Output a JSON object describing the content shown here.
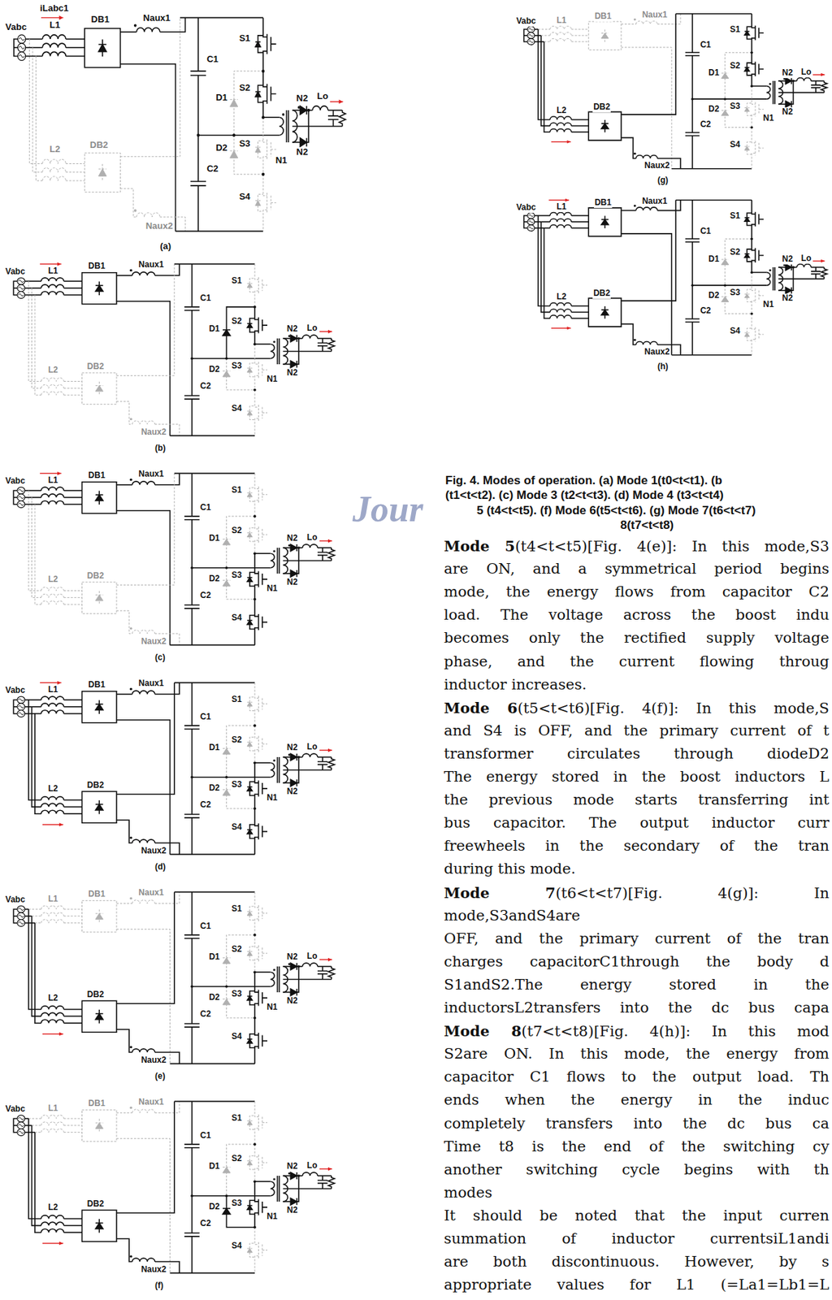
{
  "diagram": {
    "labels": [
      "iLabc1",
      "Vabc",
      "L1",
      "DB1",
      "Naux1",
      "C1",
      "S1",
      "D1",
      "S2",
      "N1",
      "N2",
      "N2",
      "Lo",
      "S3",
      "D2",
      "S4",
      "C2",
      "L2",
      "DB2",
      "Naux2",
      "(a)",
      "Vabc",
      "L1",
      "DB1",
      "Naux1",
      "C1",
      "S1",
      "D1",
      "S2",
      "N1",
      "N2",
      "N2",
      "Lo",
      "S3",
      "D2",
      "S4",
      "C2",
      "L2",
      "DB2",
      "Naux2",
      "(b)",
      "Vabc",
      "L1",
      "DB1",
      "Naux1",
      "C1",
      "S1",
      "D1",
      "S2",
      "N1",
      "N2",
      "N2",
      "Lo",
      "S3",
      "D2",
      "S4",
      "C2",
      "L2",
      "DB2",
      "Naux2",
      "(c)",
      "Vabc",
      "L1",
      "DB1",
      "Naux1",
      "C1",
      "S1",
      "D1",
      "S2",
      "N1",
      "N2",
      "N2",
      "Lo",
      "S3",
      "D2",
      "S4",
      "C2",
      "L2",
      "DB2",
      "Naux2",
      "(d)",
      "Vabc",
      "L1",
      "DB1",
      "Naux1",
      "C1",
      "S1",
      "D1",
      "S2",
      "N1",
      "N2",
      "N2",
      "Lo",
      "S3",
      "D2",
      "S4",
      "C2",
      "L2",
      "DB2",
      "Naux2",
      "(e)",
      "Vabc",
      "L1",
      "DB1",
      "Naux1",
      "C1",
      "S1",
      "D1",
      "S2",
      "N1",
      "N2",
      "N2",
      "Lo",
      "S3",
      "D2",
      "S4",
      "C2",
      "L2",
      "DB2",
      "Naux2",
      "(f)",
      "Vabc",
      "L1",
      "DB1",
      "Naux1",
      "C1",
      "S1",
      "D1",
      "S2",
      "N1",
      "N2",
      "N2",
      "Lo",
      "S3",
      "D2",
      "S4",
      "C2",
      "L2",
      "DB2",
      "Naux2",
      "(g)",
      "Vabc",
      "L1",
      "DB1",
      "Naux1",
      "C1",
      "S1",
      "D1",
      "S2",
      "N1",
      "N2",
      "N2",
      "Lo",
      "S3",
      "D2",
      "S4",
      "C2",
      "L2",
      "DB2",
      "Naux2",
      "(h)",
      "Jour",
      "Fig. 4. Modes of operation. (a) Mode 1(t0<t<t1). (b",
      "(t1<t<t2). (c) Mode 3 (t2<t<t3). (d) Mode 4 (t3<t<t4)",
      "5 (t4<t<t5). (f) Mode 6(t5<t<t6). (g) Mode 7(t6<t<t7)",
      "8(t7<t<t8)",
      "Mode 5",
      "(t4<t<t5)[Fig. 4(e)]: In this mode,S3",
      "are ON, and a symmetrical period begins",
      "mode, the energy flows from capacitor C2",
      "load. The voltage across the boost indu",
      "becomes only the rectified supply voltage",
      "phase, and the current flowing throug",
      "inductor increases.",
      "Mode 6",
      "(t5<t<t6)[Fig. 4(f)]: In this mode,S",
      "and S4 is OFF, and the primary current of t",
      "transformer circulates through diodeD2",
      "The energy stored in the boost inductors L",
      "the previous mode starts transferring int",
      "bus capacitor. The output inductor curr",
      "freewheels in the secondary of the tran",
      "during this mode.",
      "Mode 7",
      "(t6<t<t7)[Fig. 4(g)]: In",
      "mode,S3andS4are",
      "OFF, and the primary current of the tran",
      "charges capacitorC1through the body d",
      "S1andS2.The energy stored in the",
      "inductorsL2transfers into the dc bus capa",
      "Mode 8",
      "(t7<t<t8)[Fig. 4(h)]: In this mod",
      "S2are ON. In this mode, the energy from",
      "capacitor C1 flows to the output load. Th",
      "ends when the energy in the induc",
      "completely transfers into the dc bus ca",
      "Time t8 is the end of the switching cy",
      "another switching cycle begins with th",
      "modes",
      "It should be noted that the input curren",
      "summation of inductor currentsiL1andi",
      "are both discontinuous. However, by s",
      "appropriate values for L1 (=La1=Lb1=L"
    ]
  }
}
